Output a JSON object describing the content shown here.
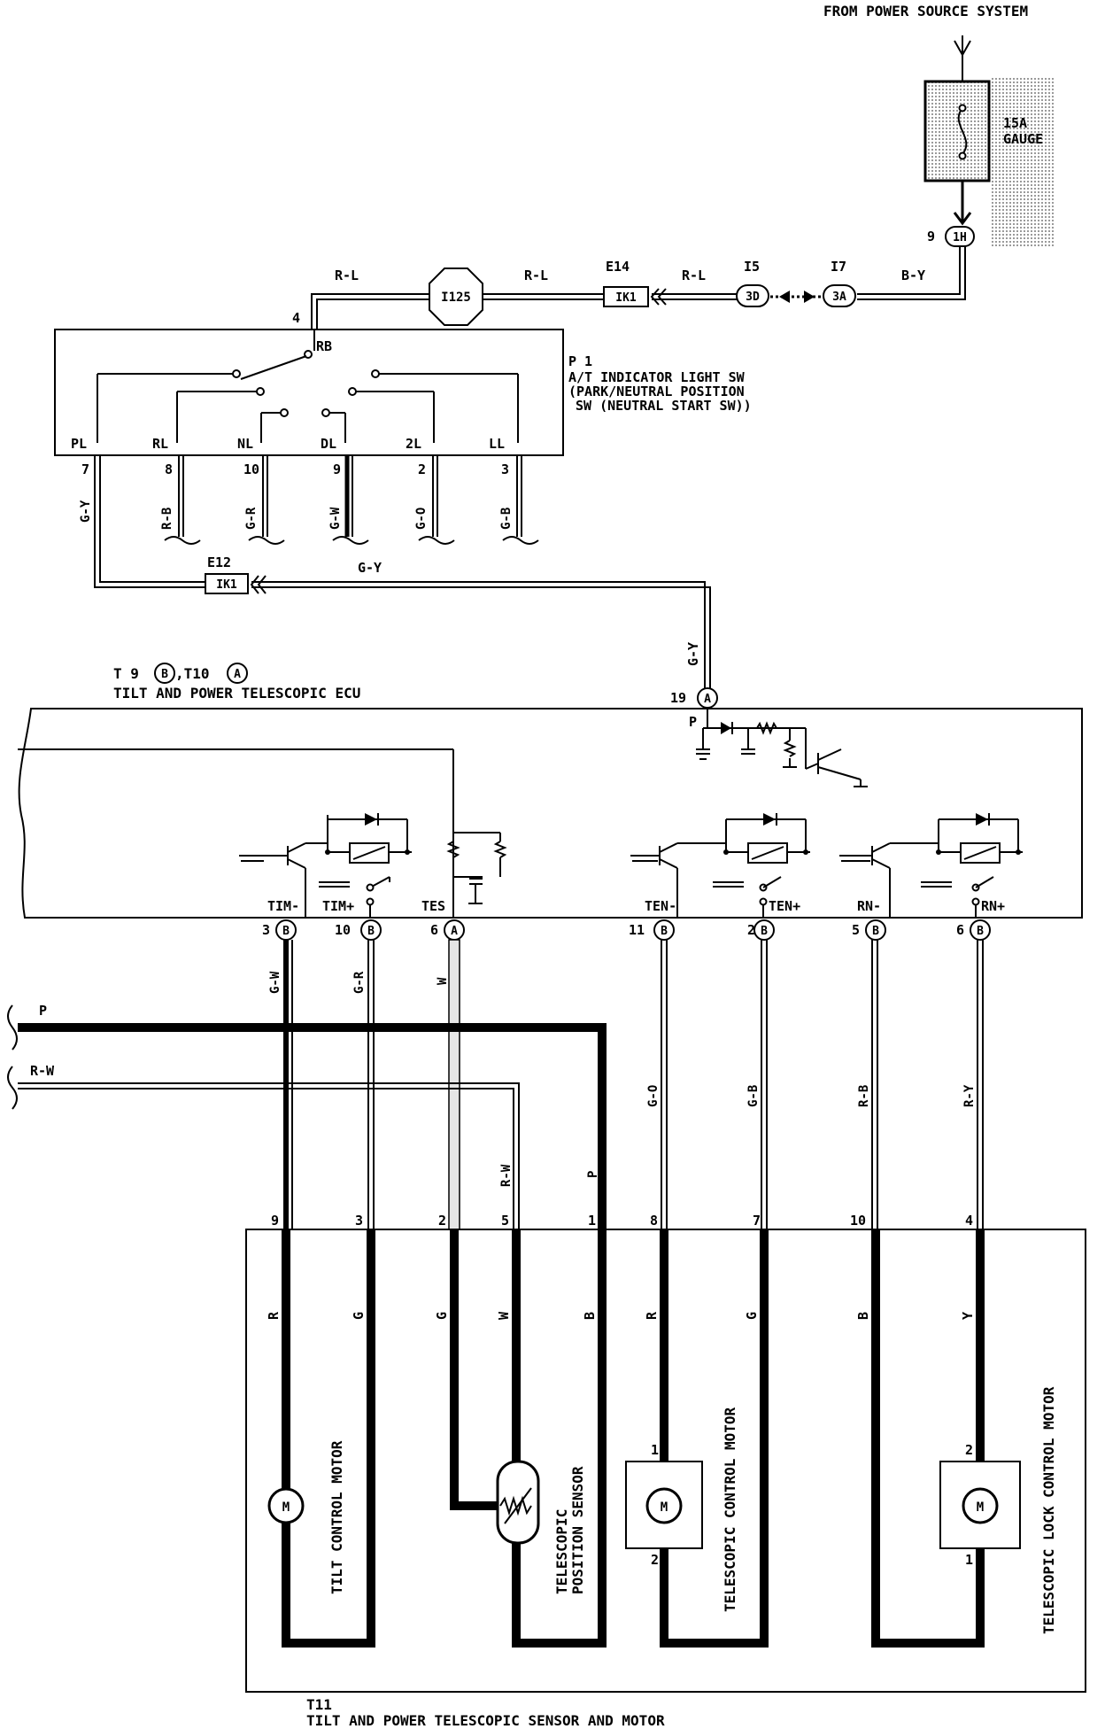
{
  "power_source": {
    "label": "FROM POWER SOURCE SYSTEM",
    "fuse_rating": "15A",
    "fuse_name": "GAUGE",
    "pin": "9",
    "connector": "1H"
  },
  "wires_top": {
    "b_y": "B-Y",
    "r_l_1": "R-L",
    "r_l_2": "R-L",
    "r_l_3": "R-L"
  },
  "junctions": {
    "i7_name": "I7",
    "i7_code": "3A",
    "i5_name": "I5",
    "i5_code": "3D",
    "e14_name": "E14",
    "e14_code": "IK1",
    "i125": "I125",
    "e12_name": "E12",
    "e12_code": "IK1"
  },
  "switch_p1": {
    "pin_top": "4",
    "rb": "RB",
    "ref": "P 1",
    "title_1": "A/T INDICATOR LIGHT SW",
    "title_2": "(PARK/NEUTRAL POSITION",
    "title_3": "SW (NEUTRAL START SW))",
    "terminals": [
      {
        "name": "PL",
        "pin": "7",
        "wire": "G-Y"
      },
      {
        "name": "RL",
        "pin": "8",
        "wire": "R-B"
      },
      {
        "name": "NL",
        "pin": "10",
        "wire": "G-R"
      },
      {
        "name": "DL",
        "pin": "9",
        "wire": "G-W"
      },
      {
        "name": "2L",
        "pin": "2",
        "wire": "G-O"
      },
      {
        "name": "LL",
        "pin": "3",
        "wire": "G-B"
      }
    ]
  },
  "gy_run": {
    "wire_1": "G-Y",
    "wire_2": "G-Y"
  },
  "ecu": {
    "ref_t9": "T 9",
    "ref_t9_code": "B",
    "ref_t10": ",T10",
    "ref_t10_code": "A",
    "title": "TILT AND POWER TELESCOPIC ECU",
    "top_pin": "19",
    "top_code": "A",
    "p_label": "P",
    "terminals": [
      {
        "name": "TIM-",
        "pin": "3",
        "code": "B",
        "wire": "G-W"
      },
      {
        "name": "TIM+",
        "pin": "10",
        "code": "B",
        "wire": "G-R"
      },
      {
        "name": "TES",
        "pin": "6",
        "code": "A",
        "wire": "W"
      },
      {
        "name": "TEN-",
        "pin": "11",
        "code": "B",
        "wire": "G-O"
      },
      {
        "name": "TEN+",
        "pin": "2",
        "code": "B",
        "wire": "G-B"
      },
      {
        "name": "RN-",
        "pin": "5",
        "code": "B",
        "wire": "R-B"
      },
      {
        "name": "RN+",
        "pin": "6",
        "code": "B",
        "wire": "R-Y"
      }
    ]
  },
  "side_wires": {
    "p": "P",
    "r_w": "R-W",
    "p_down": "P",
    "r_w_down": "R-W"
  },
  "module_t11": {
    "ref": "T11",
    "title": "TILT AND POWER TELESCOPIC SENSOR AND MOTOR",
    "pins": [
      "9",
      "3",
      "2",
      "5",
      "1",
      "8",
      "7",
      "10",
      "4"
    ],
    "inner_wires": [
      "R",
      "G",
      "G",
      "W",
      "B",
      "R",
      "G",
      "B",
      "Y"
    ],
    "tilt_motor": "TILT CONTROL MOTOR",
    "sensor_1": "TELESCOPIC",
    "sensor_2": "POSITION SENSOR",
    "tele_motor": "TELESCOPIC CONTROL MOTOR",
    "lock_motor": "TELESCOPIC LOCK CONTROL MOTOR",
    "motor_letter": "M",
    "tele_pin_top": "1",
    "tele_pin_bot": "2",
    "lock_pin_top": "2",
    "lock_pin_bot": "1"
  }
}
